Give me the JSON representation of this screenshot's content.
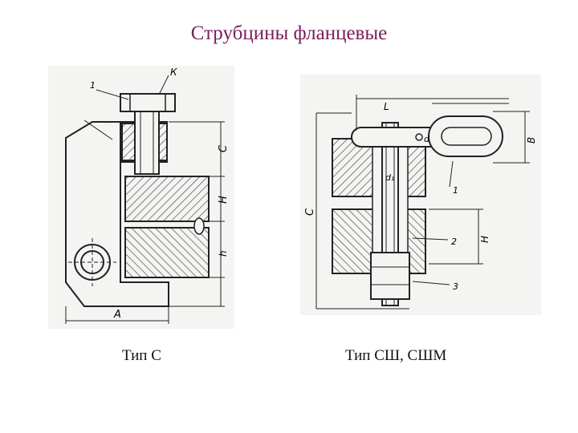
{
  "slide": {
    "title": "Струбцины фланцевые"
  },
  "figures": [
    {
      "id": "left",
      "caption": "Тип С",
      "labels": {
        "part_1": "1",
        "k": "К",
        "c": "С",
        "h_upper": "Н",
        "h_lower": "h",
        "a": "А"
      }
    },
    {
      "id": "right",
      "caption": "Тип СШ, СШМ",
      "labels": {
        "l": "L",
        "d": "d",
        "d1": "d₁",
        "b": "В",
        "c": "С",
        "h": "Н",
        "part_1": "1",
        "part_2": "2",
        "part_3": "3"
      }
    }
  ],
  "colors": {
    "title": "#7a1f5c",
    "drawing_background": "#f4f4f2",
    "line": "#222222"
  }
}
